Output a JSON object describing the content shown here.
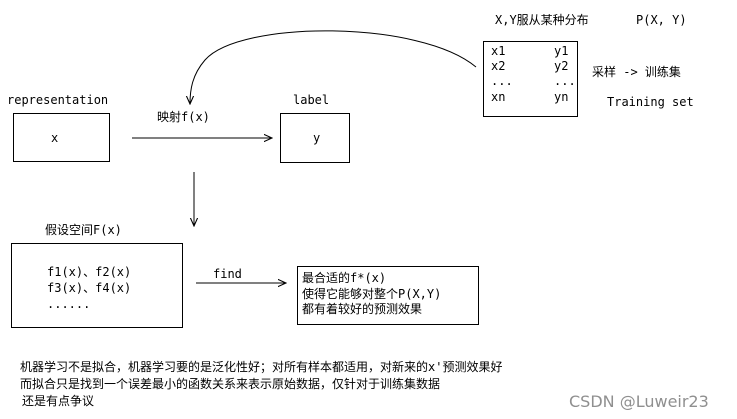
{
  "distribution": {
    "title": "X,Y服从某种分布",
    "p_label": "P(X, Y)",
    "rows": [
      {
        "x": "x1",
        "y": "y1"
      },
      {
        "x": "x2",
        "y": "y2"
      },
      {
        "x": "...",
        "y": "..."
      },
      {
        "x": "xn",
        "y": "yn"
      }
    ]
  },
  "sampling": {
    "label": "采样 -> 训练集",
    "training_set": "Training set"
  },
  "representation": {
    "heading": "representation",
    "value": "x"
  },
  "mapping_label": "映射f(x)",
  "label_box": {
    "heading": "label",
    "value": "y"
  },
  "hypothesis": {
    "heading": "假设空间F(x)",
    "lines": [
      "f1(x)、f2(x)",
      "f3(x)、f4(x)",
      "......"
    ]
  },
  "find_label": "find",
  "result": {
    "lines": [
      "最合适的f*(x)",
      "使得它能够对整个P(X,Y)",
      "都有着较好的预测效果"
    ]
  },
  "notes": [
    "机器学习不是拟合，机器学习要的是泛化性好；对所有样本都适用，对新来的x'预测效果好",
    "而拟合只是找到一个误差最小的函数关系来表示原始数据，仅针对于训练集数据",
    "还是有点争议"
  ],
  "watermark": "CSDN @Luweir23"
}
